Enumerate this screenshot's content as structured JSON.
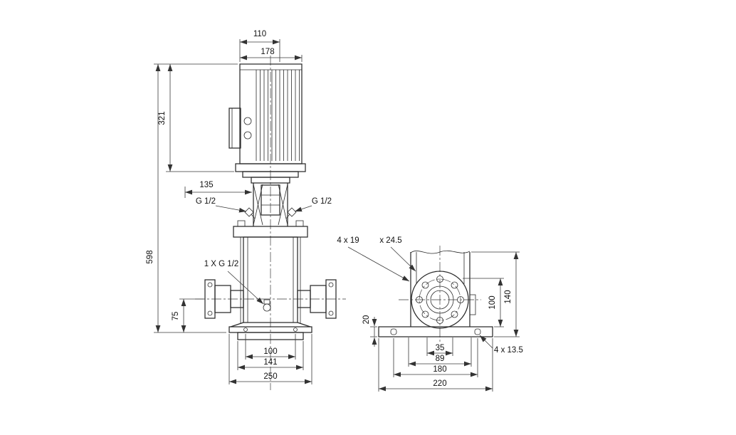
{
  "front_view": {
    "dim_fan_cover_width": "110",
    "dim_motor_width": "178",
    "dim_motor_height": "321",
    "dim_head_offset": "135",
    "port_left": "G 1/2",
    "port_right": "G 1/2",
    "dim_total_height": "598",
    "drain_port": "1 X G 1/2",
    "dim_port_centerline_height": "75",
    "dim_base_bolt_spacing": "100",
    "dim_base_mid": "141",
    "dim_base_width": "250"
  },
  "flange_view": {
    "slot_count_size": "4 x 19",
    "slot_spotface": "x 24.5",
    "dim_plate_thickness": "20",
    "dim_flange_center_height": "100",
    "dim_bracket_height": "140",
    "dim_hole_spacing_inner": "35",
    "dim_hole_spacing_mid": "89",
    "dim_bolt_spacing": "180",
    "dim_plate_length": "220",
    "base_hole_size": "4 x 13.5"
  }
}
